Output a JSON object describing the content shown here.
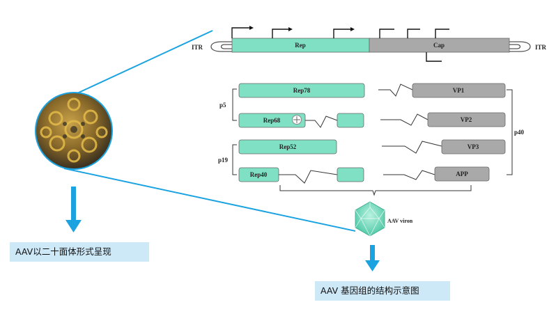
{
  "genome": {
    "itr_left": "ITR",
    "itr_right": "ITR",
    "rep": "Rep",
    "cap": "Cap"
  },
  "rep_products": {
    "rep78": "Rep78",
    "rep68": "Rep68",
    "rep52": "Rep52",
    "rep40": "Rep40"
  },
  "cap_products": {
    "vp1": "VP1",
    "vp2": "VP2",
    "vp3": "VP3",
    "app": "APP"
  },
  "promoters": {
    "p5": "p5",
    "p19": "p19",
    "p40": "p40"
  },
  "virion_label": "AAV viron",
  "captions": {
    "left": "AAV以二十面体形式呈现",
    "right": "AAV 基因组的结构示意图"
  },
  "colors": {
    "rep_fill": "#7fe0c4",
    "cap_fill": "#a9a9a9",
    "accent_line": "#1aa3e0",
    "caption_bg": "#cde8f7"
  }
}
